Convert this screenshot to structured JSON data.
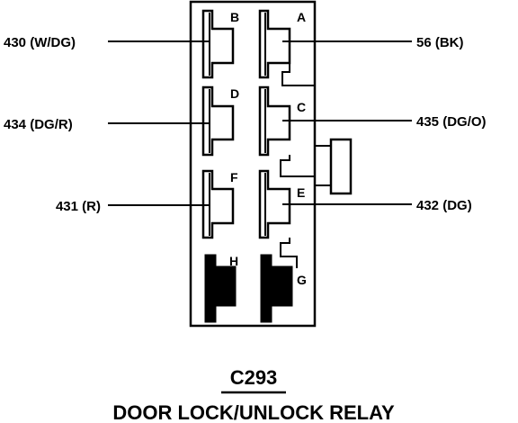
{
  "connector": {
    "id": "C293",
    "name": "DOOR LOCK/UNLOCK RELAY"
  },
  "pins": {
    "A": "A",
    "B": "B",
    "C": "C",
    "D": "D",
    "E": "E",
    "F": "F",
    "G": "G",
    "H": "H"
  },
  "wires": {
    "left_top": "430 (W/DG)",
    "left_mid": "434 (DG/R)",
    "left_bottom": "431 (R)",
    "right_top": "56 (BK)",
    "right_mid": "435 (DG/O)",
    "right_bottom": "432 (DG)"
  },
  "colors": {
    "ink": "#000000",
    "background": "#ffffff"
  }
}
